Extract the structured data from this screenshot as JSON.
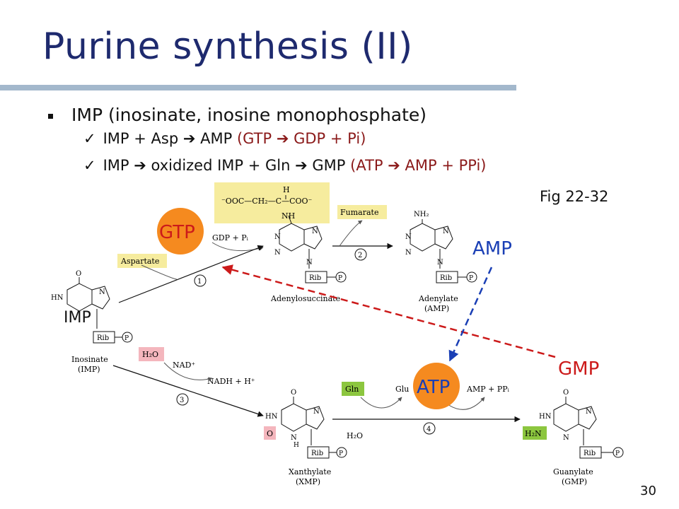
{
  "slide": {
    "title": "Purine synthesis (II)",
    "bullet": "IMP (inosinate, inosine monophosphate)",
    "sub1": {
      "check": "✓",
      "text": "IMP + Asp ➔ AMP",
      "red": "(GTP ➔ GDP + Pi)"
    },
    "sub2": {
      "check": "✓",
      "text": "IMP ➔ oxidized IMP + Gln ➔ GMP",
      "red": "(ATP ➔ AMP + PPi)"
    },
    "fig_ref": "Fig 22-32",
    "page_number": "30"
  },
  "diagram": {
    "aspartate_label": "Aspartate",
    "succinyl_group": "⁻OOC—CH₂—C—COO⁻",
    "succinyl_H": "H",
    "succinyl_NH": "NH",
    "gdp_pi": "GDP + Pᵢ",
    "fumarate_label": "Fumarate",
    "step1": "1",
    "step2": "2",
    "step3": "3",
    "step4": "4",
    "adenylosuccinate": "Adenylosuccinate",
    "adenylate": "Adenylate",
    "adenylate_abbr": "(AMP)",
    "inosinate": "Inosinate",
    "inosinate_abbr": "(IMP)",
    "h2o_label": "H₂O",
    "nad": "NAD⁺",
    "nadh": "NADH + H⁺",
    "xanthylate": "Xanthylate",
    "xanthylate_abbr": "(XMP)",
    "gln_label": "Gln",
    "glu_label": "Glu",
    "amp_ppi": "AMP + PPᵢ",
    "h2o_step4": "H₂O",
    "guanylate": "Guanylate",
    "guanylate_abbr": "(GMP)",
    "h2n_label": "H₂N",
    "oxygen_label": "O",
    "nh2_label": "NH₂",
    "rib": "Rib",
    "p": "P",
    "atom_N": "N",
    "atom_O": "O",
    "atom_HN": "HN",
    "atom_H": "H"
  },
  "overlay": {
    "gtp": "GTP",
    "atp": "ATP",
    "amp": "AMP",
    "gmp": "GMP",
    "imp": "IMP"
  },
  "colors": {
    "title": "#1e2a6e",
    "accent_blue": "#1a3fb5",
    "accent_red": "#cc1a1a",
    "orange_circle": "#f58a1f",
    "yellow_box": "#f6ec9e",
    "pink_box": "#f4b6bd",
    "green_box": "#8cc63f"
  }
}
